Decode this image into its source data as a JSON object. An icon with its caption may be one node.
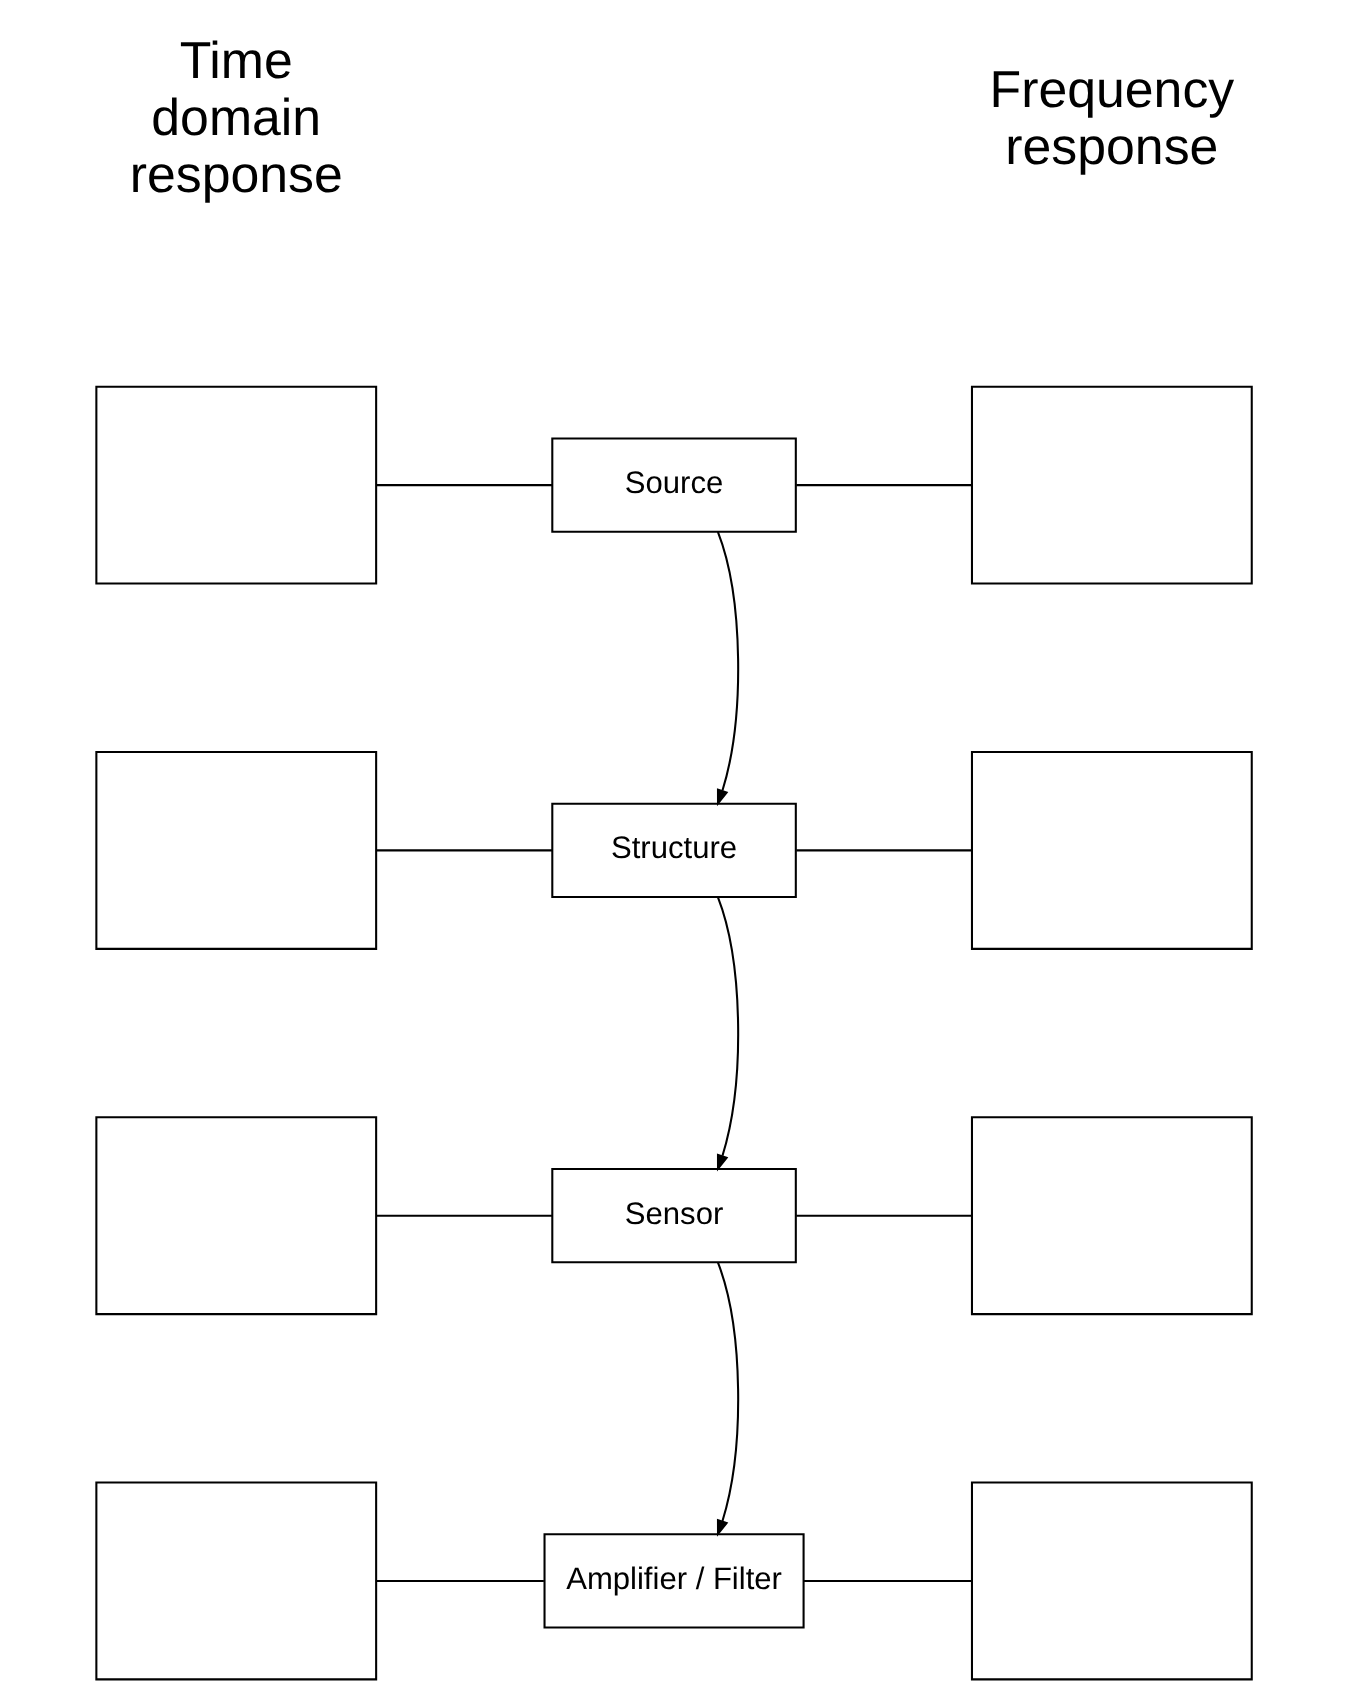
{
  "diagram": {
    "nodes": [
      {
        "text": [],
        "shape": "box"
      },
      {
        "text": [
          "Source"
        ]
      },
      {
        "text": [],
        "shape": "box"
      },
      {
        "text": [],
        "shape": "box"
      },
      {
        "text": [
          "Structure"
        ]
      },
      {
        "text": [],
        "shape": "box"
      },
      {
        "text": [],
        "shape": "box"
      },
      {
        "text": [
          "Sensor"
        ]
      },
      {
        "text": [],
        "shape": "box"
      },
      {
        "text": [],
        "shape": "box"
      },
      {
        "text": [
          "Amplifier / Filter"
        ]
      },
      {
        "text": [],
        "shape": "box"
      }
    ],
    "edges": [
      {
        "from": 0,
        "to": 1,
        "arrow": "none"
      },
      {
        "from": 1,
        "to": 2,
        "arrow": "none"
      },
      {
        "from": 1,
        "to": 4,
        "arrow": "to"
      },
      {
        "from": 3,
        "to": 4,
        "arrow": "none"
      },
      {
        "from": 4,
        "to": 5,
        "arrow": "none"
      },
      {
        "from": 4,
        "to": 7,
        "arrow": "to"
      },
      {
        "from": 6,
        "to": 7,
        "arrow": "none"
      },
      {
        "from": 7,
        "to": 8,
        "arrow": "none"
      },
      {
        "from": 7,
        "to": 10,
        "arrow": "to"
      },
      {
        "from": 9,
        "to": 10,
        "arrow": "none"
      },
      {
        "from": 10,
        "to": 11,
        "arrow": "none"
      }
    ],
    "labels": [
      "Time domain response",
      "Frequency response"
    ]
  }
}
